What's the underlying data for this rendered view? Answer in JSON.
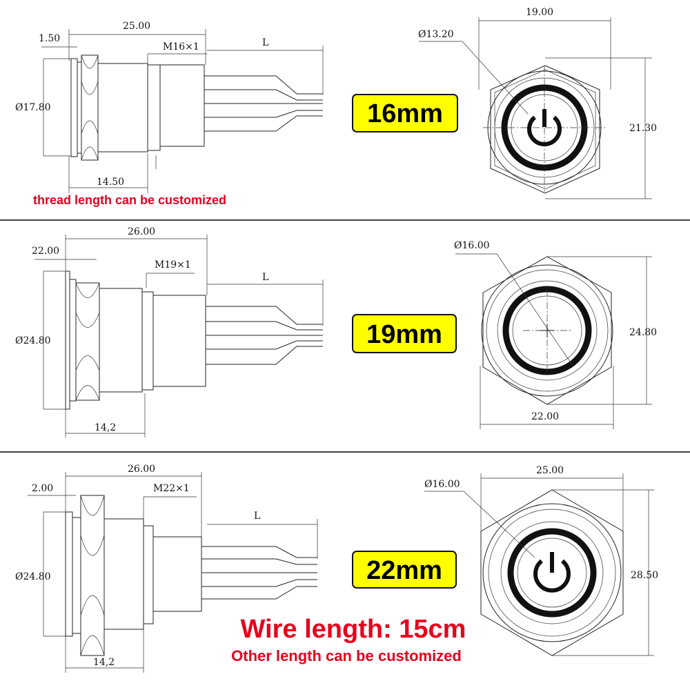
{
  "colors": {
    "label_bg": "#ffff00",
    "accent_red": "#e8001c",
    "line": "#222222"
  },
  "panels": [
    {
      "size_label": "16mm",
      "side": {
        "len_total": "25.00",
        "flange": "1.50",
        "thread": "M16×1",
        "diameter": "Ø17.80",
        "thread_len": "14.50",
        "wire": "L"
      },
      "front": {
        "width": "19.00",
        "ring": "Ø13.20",
        "height": "21.30",
        "icon": "power-icon"
      }
    },
    {
      "size_label": "19mm",
      "side": {
        "len_total": "26.00",
        "flange": "22.00",
        "thread": "M19×1",
        "diameter": "Ø24.80",
        "thread_len": "14,2",
        "wire": "L"
      },
      "front": {
        "width": "22.00",
        "ring": "Ø16.00",
        "height": "24.80",
        "icon": "crosshair-icon"
      }
    },
    {
      "size_label": "22mm",
      "side": {
        "len_total": "26.00",
        "flange": "2.00",
        "thread": "M22×1",
        "diameter": "Ø24.80",
        "thread_len": "14,2",
        "wire": "L"
      },
      "front": {
        "width": "25.00",
        "ring": "Ø16.00",
        "height": "28.50",
        "icon": "power-icon"
      }
    }
  ],
  "notes": {
    "thread_note": "thread length can be customized",
    "wire_length": "Wire length: 15cm",
    "other_length": "Other length can be customized"
  }
}
